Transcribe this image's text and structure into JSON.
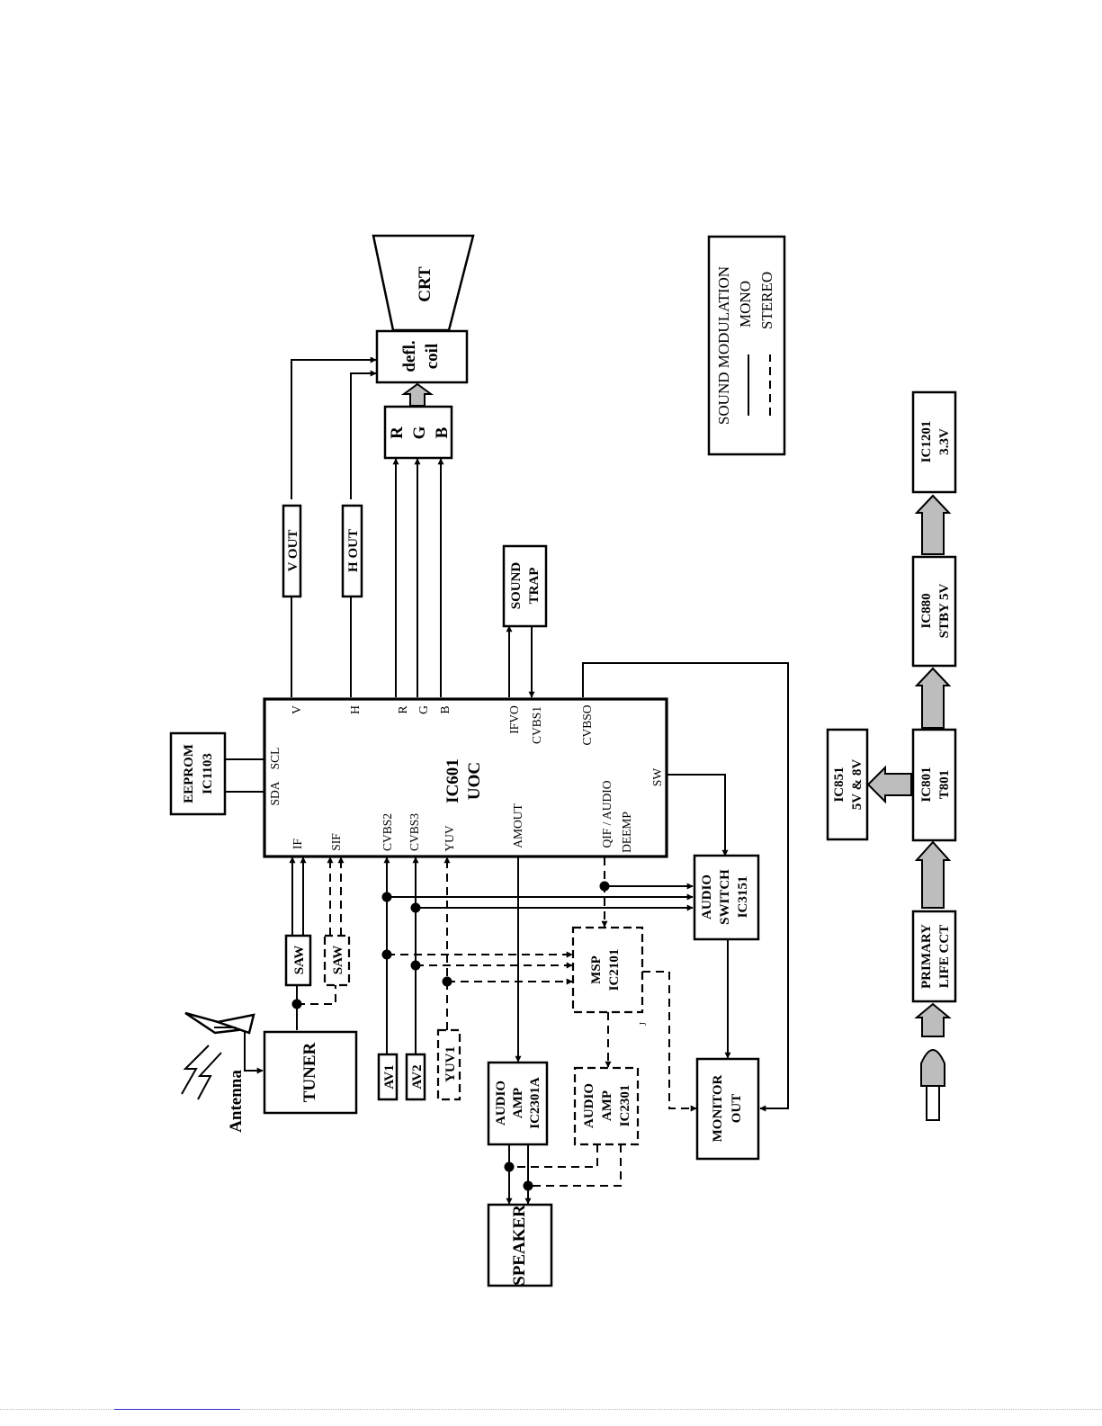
{
  "blocks": {
    "ic601_name": "IC601",
    "ic601_sub": "UOC",
    "eeprom_name": "EEPROM",
    "eeprom_sub": "IC1103",
    "v_out": "V OUT",
    "h_out": "H OUT",
    "r": "R",
    "g": "G",
    "b": "B",
    "defl_1": "defl.",
    "defl_2": "coil",
    "crt": "CRT",
    "sound_trap_1": "SOUND",
    "sound_trap_2": "TRAP",
    "saw_mono": "SAW",
    "saw_stereo": "SAW",
    "tuner": "TUNER",
    "antenna": "Antenna",
    "av1": "AV1",
    "av2": "AV2",
    "yuv1": "YUV1",
    "audio_amp_a_1": "AUDIO",
    "audio_amp_a_2": "AMP",
    "audio_amp_a_3": "IC2301A",
    "audio_amp_b_1": "AUDIO",
    "audio_amp_b_2": "AMP",
    "audio_amp_b_3": "IC2301",
    "speaker": "SPEAKER",
    "msp_1": "MSP",
    "msp_2": "IC2101",
    "audio_switch_1": "AUDIO",
    "audio_switch_2": "SWITCH",
    "audio_switch_3": "IC3151",
    "monitor_out_1": "MONITOR",
    "monitor_out_2": "OUT",
    "msp_small_mark": "J"
  },
  "pins": {
    "sda": "SDA",
    "scl": "SCL",
    "v": "V",
    "h": "H",
    "r": "R",
    "g": "G",
    "b": "B",
    "ifvo": "IFVO",
    "cvbs1": "CVBS1",
    "cvbso": "CVBSO",
    "if": "IF",
    "sif": "SIF",
    "cvbs2": "CVBS2",
    "cvbs3": "CVBS3",
    "yuv": "YUV",
    "amout": "AMOUT",
    "qif_audio": "QIF / AUDIO",
    "deemp": "DEEMP",
    "sw": "SW"
  },
  "legend": {
    "title": "SOUND MODULATION",
    "mono": "MONO",
    "stereo": "STEREO"
  },
  "power": {
    "primary_1": "PRIMARY",
    "primary_2": "LIFE CCT",
    "ic801_1": "IC801",
    "ic801_2": "T801",
    "ic851_1": "IC851",
    "ic851_2": "5V & 8V",
    "ic880_1": "IC880",
    "ic880_2": "STBY 5V",
    "ic1201_1": "IC1201",
    "ic1201_2": "3.3V"
  }
}
